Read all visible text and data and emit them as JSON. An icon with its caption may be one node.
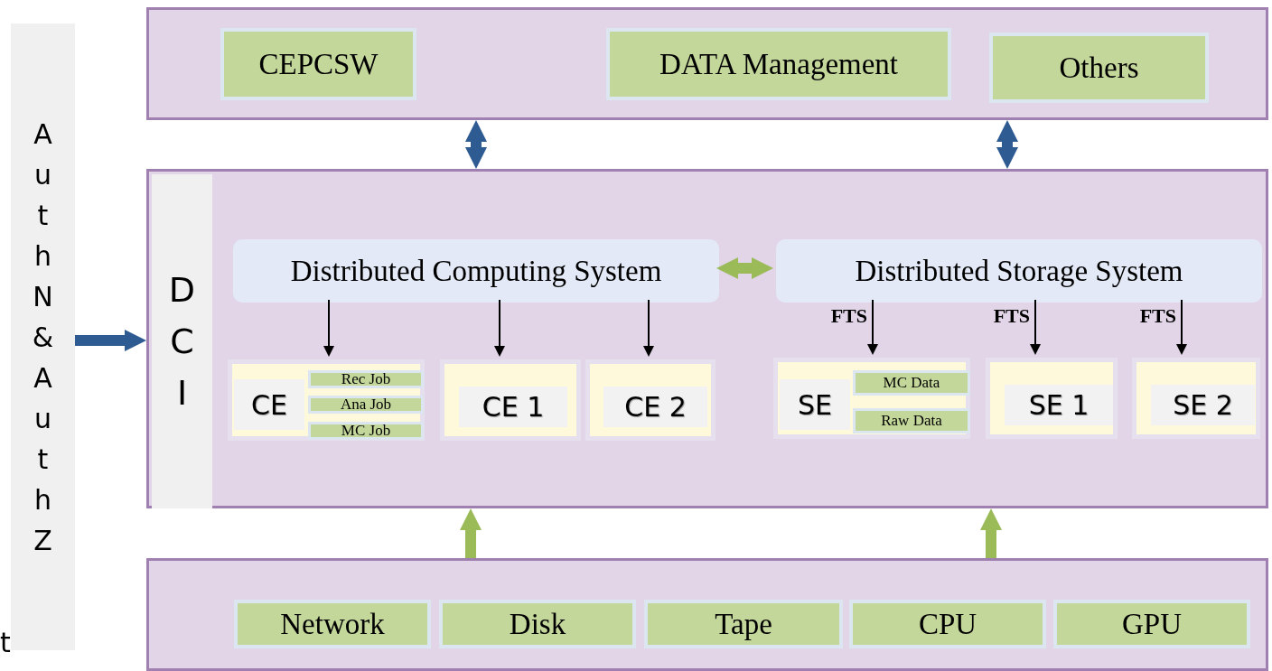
{
  "diagram": {
    "nodes": [
      {
        "text": [],
        "shape": "box"
      },
      {
        "text": [
          "CEPCSW"
        ],
        "in": 0
      },
      {
        "text": [
          "DATA Management"
        ],
        "in": 0
      },
      {
        "text": [
          "Others"
        ],
        "in": 0
      },
      {
        "text": [
          "AuthN&AuthZ"
        ]
      },
      {
        "text": [
          "DCI"
        ]
      },
      {
        "text": [
          "Distributed Computing System"
        ],
        "in": 5
      },
      {
        "text": [
          "Distributed Storage System"
        ],
        "in": 5
      },
      {
        "text": [
          "CE"
        ],
        "in": 5
      },
      {
        "text": [
          "Rec Job"
        ],
        "in": 8
      },
      {
        "text": [
          "Ana Job"
        ],
        "in": 8
      },
      {
        "text": [
          "MC Job"
        ],
        "in": 8
      },
      {
        "text": [
          "CE 1"
        ],
        "in": 5
      },
      {
        "text": [
          "CE 2"
        ],
        "in": 5
      },
      {
        "text": [
          "SE"
        ],
        "in": 5
      },
      {
        "text": [
          "MC Data"
        ],
        "in": 14
      },
      {
        "text": [
          "Raw Data"
        ],
        "in": 14
      },
      {
        "text": [
          "SE 1"
        ],
        "in": 5
      },
      {
        "text": [
          "SE 2"
        ],
        "in": 5
      },
      {
        "text": [],
        "shape": "box"
      },
      {
        "text": [
          "Network"
        ],
        "in": 19
      },
      {
        "text": [
          "Disk"
        ],
        "in": 19
      },
      {
        "text": [
          "Tape"
        ],
        "in": 19
      },
      {
        "text": [
          "CPU"
        ],
        "in": 19
      },
      {
        "text": [
          "GPU"
        ],
        "in": 19
      }
    ],
    "edges": [
      {
        "from": 0,
        "to": 5,
        "arrow": "both",
        "style": "thick",
        "color": "#2f5b93"
      },
      {
        "from": 0,
        "to": 5,
        "arrow": "both",
        "style": "thick",
        "color": "#2f5b93"
      },
      {
        "from": 4,
        "to": 5,
        "arrow": "to",
        "style": "thick",
        "color": "#2f5b93"
      },
      {
        "from": 6,
        "to": 7,
        "arrow": "both",
        "style": "thick",
        "color": "#9bbb59"
      },
      {
        "from": 6,
        "to": 8,
        "arrow": "to"
      },
      {
        "from": 6,
        "to": 12,
        "arrow": "to"
      },
      {
        "from": 6,
        "to": 13,
        "arrow": "to"
      },
      {
        "from": 7,
        "to": 14,
        "arrow": "to",
        "label": "FTS"
      },
      {
        "from": 7,
        "to": 17,
        "arrow": "to",
        "label": "FTS"
      },
      {
        "from": 7,
        "to": 18,
        "arrow": "to",
        "label": "FTS"
      },
      {
        "from": 19,
        "to": 5,
        "arrow": "to",
        "style": "thick",
        "color": "#9bbb59"
      },
      {
        "from": 19,
        "to": 5,
        "arrow": "to",
        "style": "thick",
        "color": "#9bbb59"
      }
    ],
    "labels": [
      "t"
    ]
  }
}
